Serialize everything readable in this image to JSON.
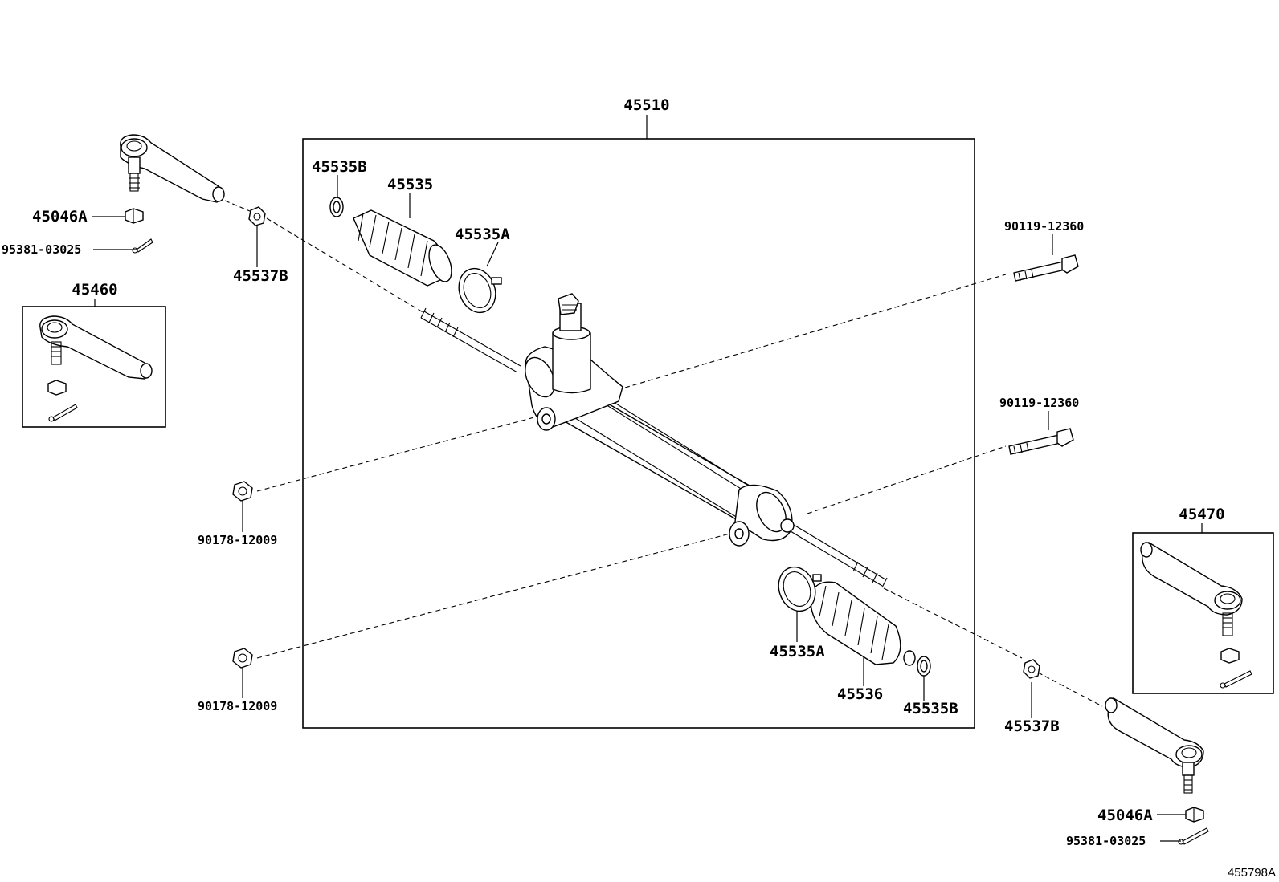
{
  "diagram": {
    "drawing_id": "455798A",
    "labels": {
      "gear_assembly": "45510",
      "boot_clamp_left_small": "45535B",
      "boot_left": "45535",
      "boot_clamp_left_large": "45535A",
      "tie_rod_end_nut_left": "45046A",
      "cotter_pin_left": "95381-03025",
      "rack_end_nut_left": "45537B",
      "tie_rod_end_left_assy": "45460",
      "bolt_upper": "90119-12360",
      "bolt_lower": "90119-12360",
      "nut_upper": "90178-12009",
      "nut_lower": "90178-12009",
      "boot_clamp_right_large": "45535A",
      "boot_right": "45536",
      "boot_clamp_right_small": "45535B",
      "rack_end_nut_right": "45537B",
      "tie_rod_end_right_assy": "45470",
      "tie_rod_end_nut_right": "45046A",
      "cotter_pin_right": "95381-03025"
    }
  }
}
